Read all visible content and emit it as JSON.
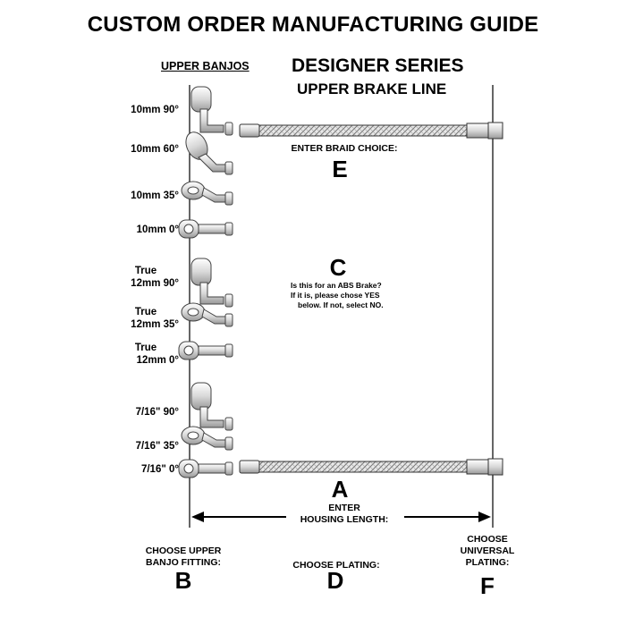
{
  "title": "CUSTOM ORDER MANUFACTURING GUIDE",
  "banjo_heading": "UPPER BANJOS",
  "series_title": "DESIGNER SERIES",
  "series_subtitle": "UPPER BRAKE LINE",
  "banjos": [
    {
      "line1": "",
      "line2": "10mm  90°"
    },
    {
      "line1": "",
      "line2": "10mm  60°"
    },
    {
      "line1": "",
      "line2": "10mm  35°"
    },
    {
      "line1": "",
      "line2": "10mm  0°"
    },
    {
      "line1": "True",
      "line2": "12mm  90°"
    },
    {
      "line1": "True",
      "line2": "12mm  35°"
    },
    {
      "line1": "True",
      "line2": "12mm  0°"
    },
    {
      "line1": "",
      "line2": "7/16\"  90°"
    },
    {
      "line1": "",
      "line2": "7/16\"  35°"
    },
    {
      "line1": "",
      "line2": "7/16\"  0°"
    }
  ],
  "braid": {
    "label": "ENTER BRAID CHOICE:",
    "letter": "E"
  },
  "abs": {
    "letter": "C",
    "line1": "Is this for an ABS Brake?",
    "line2": "If it is, please chose YES",
    "line3": "below.  If not, select NO."
  },
  "housing": {
    "letter": "A",
    "line1": "ENTER",
    "line2": "HOUSING LENGTH:"
  },
  "banjo_fitting": {
    "line1": "CHOOSE UPPER",
    "line2": "BANJO FITTING:",
    "letter": "B"
  },
  "plating": {
    "line1": "CHOOSE PLATING:",
    "letter": "D"
  },
  "universal": {
    "line1": "CHOOSE",
    "line2": "UNIVERSAL",
    "line3": "PLATING:",
    "letter": "F"
  }
}
